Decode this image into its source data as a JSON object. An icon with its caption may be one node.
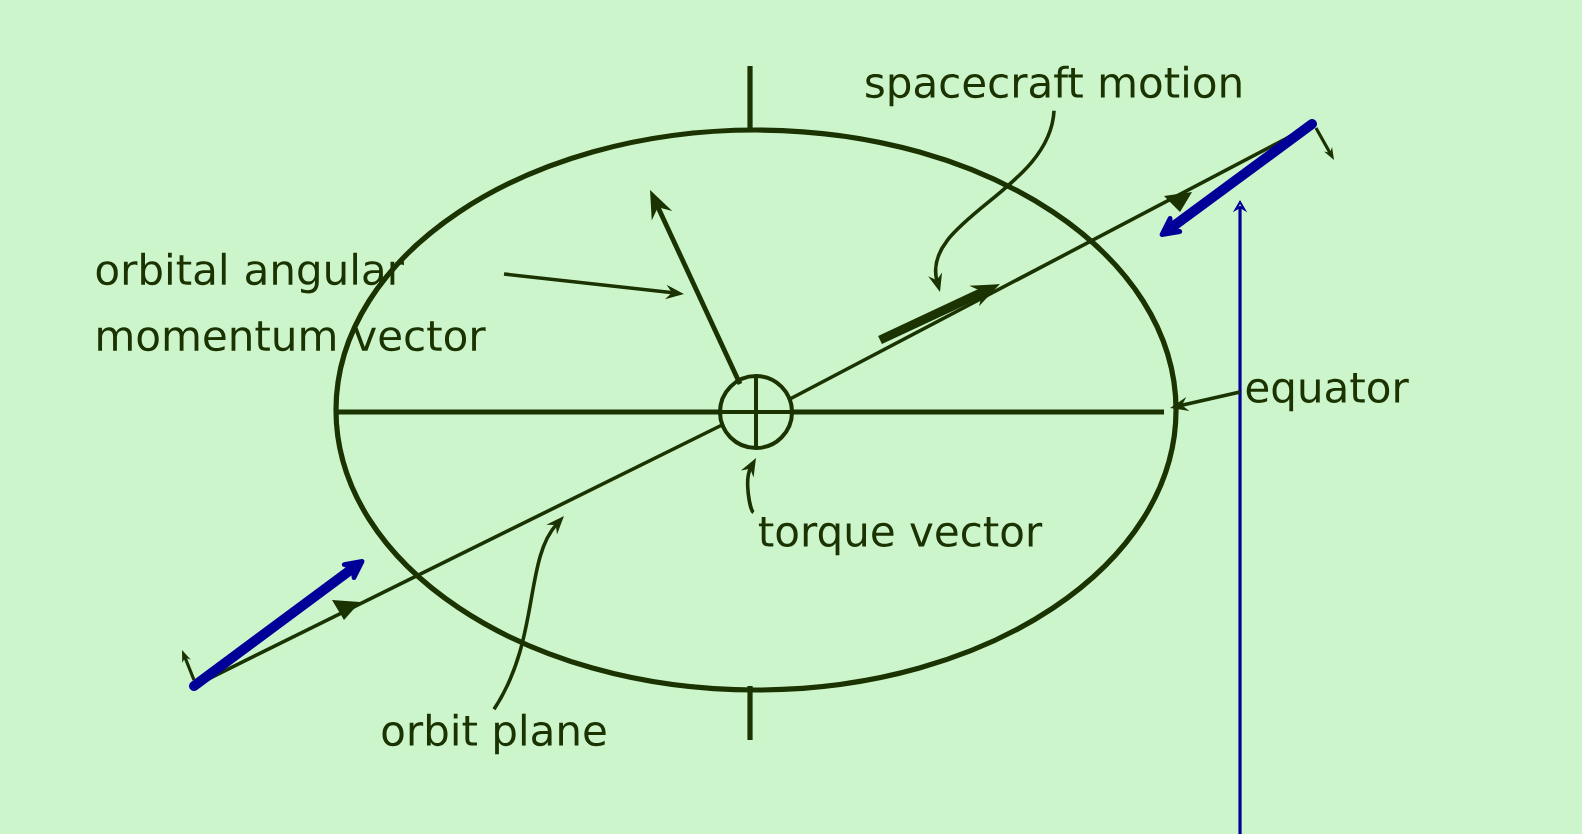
{
  "diagram": {
    "nodes": [
      {
        "text": [
          "spacecraft motion"
        ]
      },
      {
        "text": [
          "orbital angular momentum vector"
        ]
      },
      {
        "text": [
          "equator"
        ]
      },
      {
        "text": [
          "torque vector"
        ]
      },
      {
        "text": [
          "orbit plane"
        ]
      }
    ],
    "edges": [
      {
        "from": 0,
        "to": null,
        "arrow": "to"
      },
      {
        "from": 1,
        "to": null,
        "arrow": "to"
      },
      {
        "from": 2,
        "to": null,
        "arrow": "to"
      },
      {
        "from": 3,
        "to": null,
        "arrow": "to"
      },
      {
        "from": 4,
        "to": null,
        "arrow": "to"
      }
    ]
  }
}
